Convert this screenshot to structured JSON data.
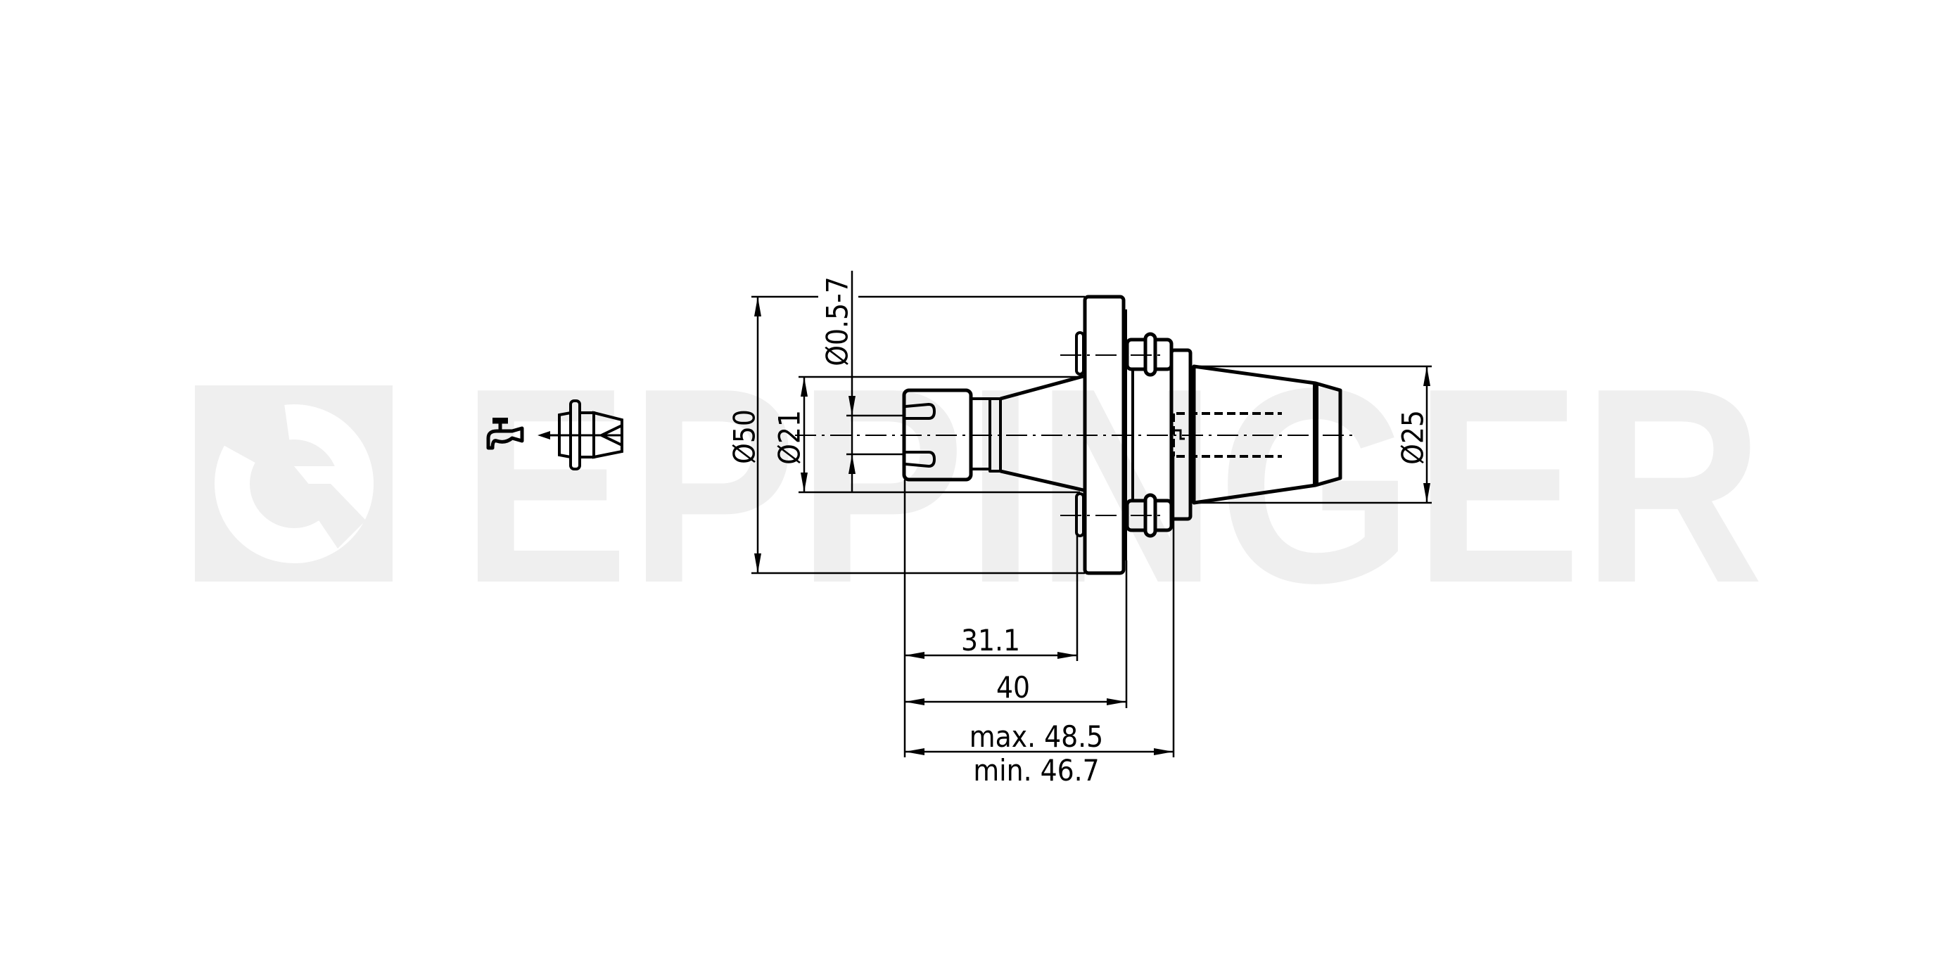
{
  "watermark": {
    "text": "EPPINGER",
    "logo": "epplnger-e-logo"
  },
  "icons": {
    "coolant": "coolant-faucet-icon",
    "tool_holder": "tool-holder-symbol-icon"
  },
  "dimensions": {
    "d50": "Ø50",
    "d21": "Ø21",
    "clamp_range": "Ø0.5-7",
    "d25": "Ø25",
    "len_31": "31.1",
    "len_40": "40",
    "len_max": "max. 48.5",
    "len_min": "min. 46.7"
  },
  "colors": {
    "line": "#000000",
    "watermark": "#efefef",
    "background": "#ffffff"
  }
}
